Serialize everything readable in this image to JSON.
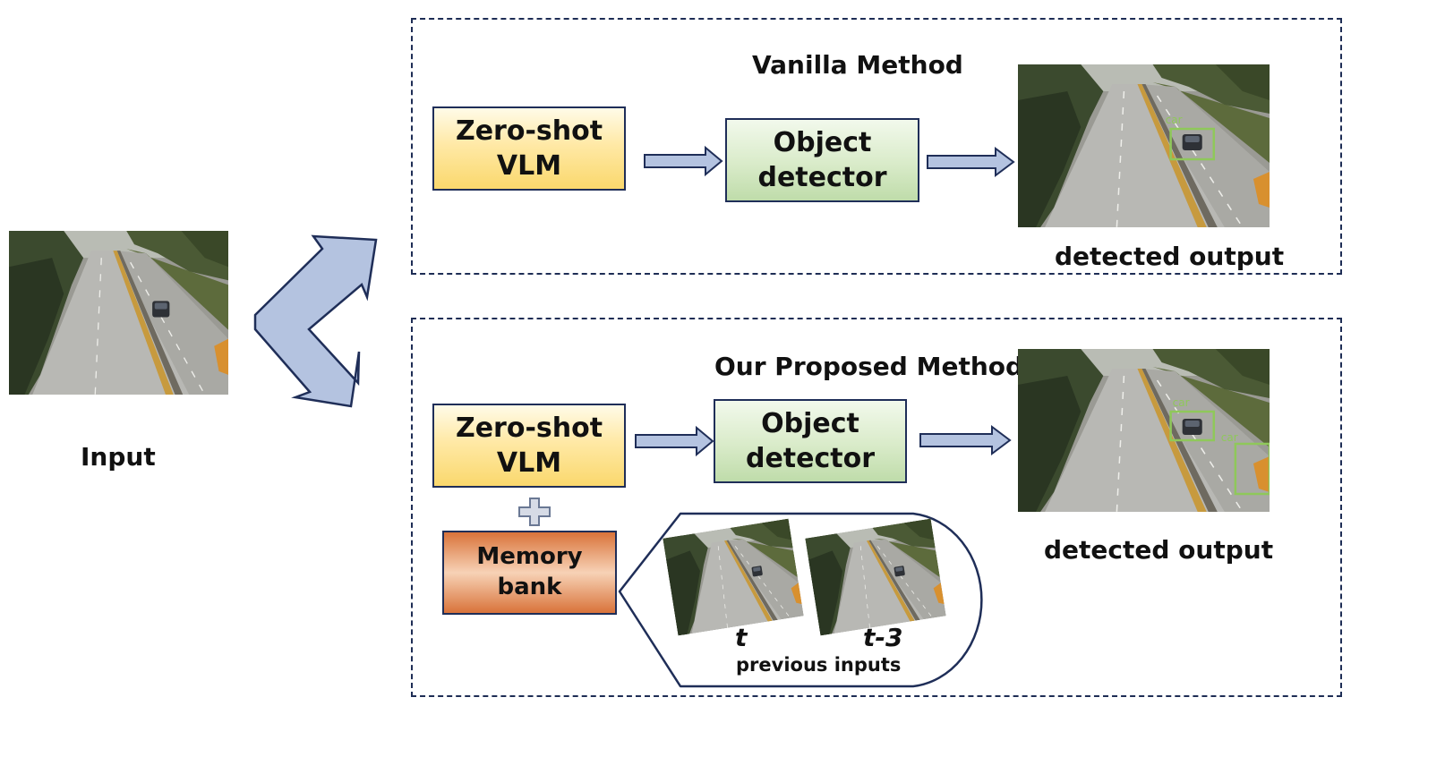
{
  "input": {
    "label": "Input"
  },
  "vanilla": {
    "title": "Vanilla Method",
    "vlm_label": "Zero-shot\nVLM",
    "detector_label": "Object\ndetector",
    "output_label": "detected output",
    "detections": [
      "car"
    ]
  },
  "proposed": {
    "title": "Our Proposed Method",
    "vlm_label": "Zero-shot\nVLM",
    "detector_label": "Object\ndetector",
    "memory_label": "Memory\nbank",
    "output_label": "detected output",
    "detections": [
      "car",
      "car"
    ],
    "previous_inputs": {
      "caption": "previous inputs",
      "frames": [
        "t",
        "t-3"
      ]
    }
  },
  "colors": {
    "panel_border": "#1e2d55",
    "arrow_fill": "#b4c3e0",
    "detection_box": "#8fc85a",
    "vlm_fill": "#fad86d",
    "detector_fill": "#bfdcaa",
    "memory_fill": "#d9733a"
  }
}
